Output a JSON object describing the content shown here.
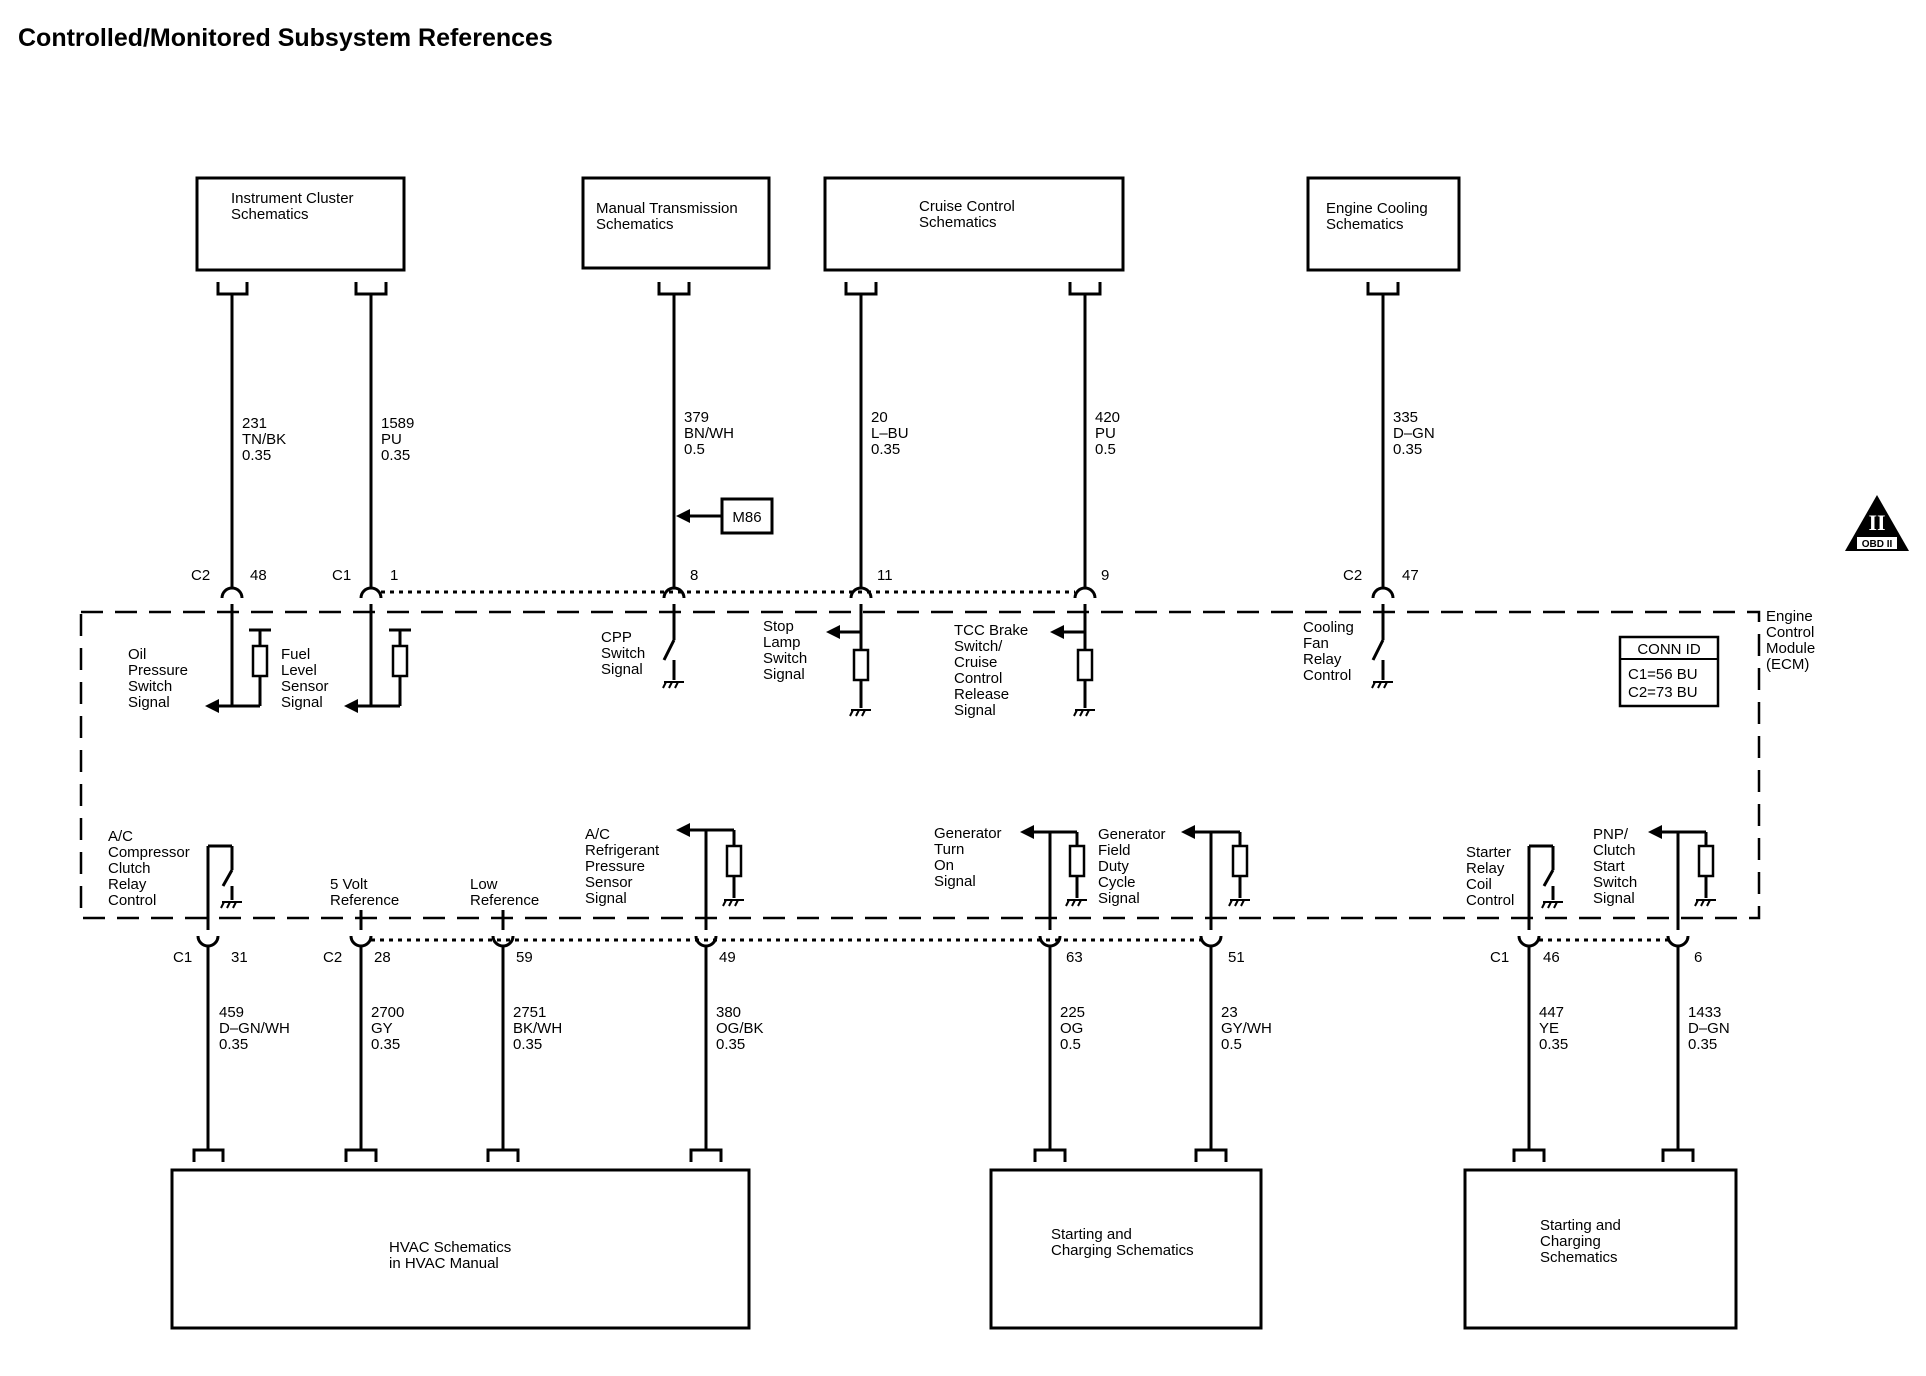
{
  "title": "Controlled/Monitored Subsystem References",
  "top_modules": [
    {
      "id": "ic",
      "lines": [
        "Instrument Cluster",
        "Schematics"
      ]
    },
    {
      "id": "mt",
      "lines": [
        "Manual Transmission",
        "Schematics"
      ]
    },
    {
      "id": "cc",
      "lines": [
        "Cruise Control",
        "Schematics"
      ]
    },
    {
      "id": "ec",
      "lines": [
        "Engine Cooling",
        "Schematics"
      ]
    }
  ],
  "bottom_modules": [
    {
      "id": "hvac",
      "lines": [
        "HVAC Schematics",
        "in HVAC Manual"
      ]
    },
    {
      "id": "sc1",
      "lines": [
        "Starting and",
        "Charging Schematics"
      ]
    },
    {
      "id": "sc2",
      "lines": [
        "Starting and",
        "Charging",
        "Schematics"
      ]
    }
  ],
  "top_wires": [
    {
      "circuit": "231",
      "color": "TN/BK",
      "size": "0.35",
      "connector": "C2",
      "pin": "48",
      "signal": [
        "Oil",
        "Pressure",
        "Switch",
        "Signal"
      ]
    },
    {
      "circuit": "1589",
      "color": "PU",
      "size": "0.35",
      "connector": "C1",
      "pin": "1",
      "signal": [
        "Fuel",
        "Level",
        "Sensor",
        "Signal"
      ]
    },
    {
      "circuit": "379",
      "color": "BN/WH",
      "size": "0.5",
      "connector": "",
      "pin": "8",
      "signal": [
        "CPP",
        "Switch",
        "Signal"
      ]
    },
    {
      "circuit": "20",
      "color": "L–BU",
      "size": "0.35",
      "connector": "",
      "pin": "11",
      "signal": [
        "Stop",
        "Lamp",
        "Switch",
        "Signal"
      ]
    },
    {
      "circuit": "420",
      "color": "PU",
      "size": "0.5",
      "connector": "",
      "pin": "9",
      "signal": [
        "TCC Brake",
        "Switch/",
        "Cruise",
        "Control",
        "Release",
        "Signal"
      ]
    },
    {
      "circuit": "335",
      "color": "D–GN",
      "size": "0.35",
      "connector": "C2",
      "pin": "47",
      "signal": [
        "Cooling",
        "Fan",
        "Relay",
        "Control"
      ]
    }
  ],
  "bottom_wires": [
    {
      "circuit": "459",
      "color": "D–GN/WH",
      "size": "0.35",
      "connector": "C1",
      "pin": "31",
      "signal": [
        "A/C",
        "Compressor",
        "Clutch",
        "Relay",
        "Control"
      ]
    },
    {
      "circuit": "2700",
      "color": "GY",
      "size": "0.35",
      "connector": "C2",
      "pin": "28",
      "signal": [
        "5 Volt",
        "Reference"
      ]
    },
    {
      "circuit": "2751",
      "color": "BK/WH",
      "size": "0.35",
      "connector": "",
      "pin": "59",
      "signal": [
        "Low",
        "Reference"
      ]
    },
    {
      "circuit": "380",
      "color": "OG/BK",
      "size": "0.35",
      "connector": "",
      "pin": "49",
      "signal": [
        "A/C",
        "Refrigerant",
        "Pressure",
        "Sensor",
        "Signal"
      ]
    },
    {
      "circuit": "225",
      "color": "OG",
      "size": "0.5",
      "connector": "",
      "pin": "63",
      "signal": [
        "Generator",
        "Turn",
        "On",
        "Signal"
      ]
    },
    {
      "circuit": "23",
      "color": "GY/WH",
      "size": "0.5",
      "connector": "",
      "pin": "51",
      "signal": [
        "Generator",
        "Field",
        "Duty",
        "Cycle",
        "Signal"
      ]
    },
    {
      "circuit": "447",
      "color": "YE",
      "size": "0.35",
      "connector": "C1",
      "pin": "46",
      "signal": [
        "Starter",
        "Relay",
        "Coil",
        "Control"
      ]
    },
    {
      "circuit": "1433",
      "color": "D–GN",
      "size": "0.35",
      "connector": "",
      "pin": "6",
      "signal": [
        "PNP/",
        "Clutch",
        "Start",
        "Switch",
        "Signal"
      ]
    }
  ],
  "ecm_label": [
    "Engine",
    "Control",
    "Module",
    "(ECM)"
  ],
  "conn_id": {
    "title": "CONN ID",
    "c1": "C1=56 BU",
    "c2": "C2=73 BU"
  },
  "ref_m86": "M86",
  "obd_badge": {
    "roman": "II",
    "text": "OBD II"
  }
}
